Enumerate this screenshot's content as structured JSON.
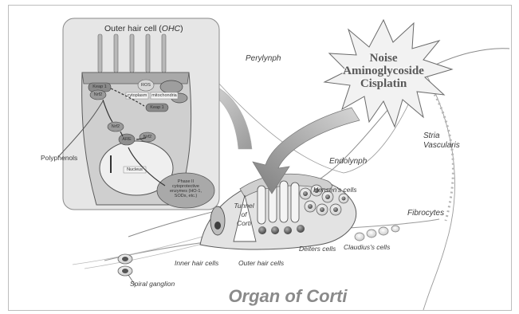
{
  "inset": {
    "title": "Outer hair cell (",
    "title_abbrev": "OHC",
    "title_close": ")"
  },
  "stressors": [
    "Noise",
    "Aminoglycoside",
    "Cisplatin"
  ],
  "labels": {
    "perilymph": "Perylynph",
    "endolymph": "Endolynph",
    "stria": "Stria",
    "vascularis": "Vascularis",
    "hensen": "Hensen's cells",
    "fibrocytes": "Fibrocytes",
    "tunnel": "Tunnel",
    "of": "of",
    "corti": "Corti",
    "deiters": "Deiters cells",
    "claudius": "Claudius's cells",
    "inner_hair": "Inner hair cells",
    "outer_hair": "Outer hair cells",
    "spiral": "Spiral ganglion",
    "polyphenols": "Polyphenols",
    "title": "Organ of Corti"
  },
  "pathway": {
    "keap1_a": "Keap 1",
    "nrf2_a": "Nrf2",
    "ros": "ROS",
    "cytoplasm": "cytoplasm",
    "mitochondria": "mitochondria",
    "keap1_b": "Keap 1",
    "nrf2_b": "Nrf2",
    "are": "ARE",
    "nrf2_c": "Nrf2",
    "nucleus": "Nucleus",
    "phase_line1": "Phase II",
    "phase_line2": "cytoprotective",
    "phase_line3": "enzymes (HO-1,",
    "phase_line4": "SODs, etc.)"
  },
  "colors": {
    "stroke": "#5a5a5a",
    "fill_light": "#d9d9d9",
    "fill_dark": "#8c8c8c",
    "title": "#8a8a8a"
  }
}
